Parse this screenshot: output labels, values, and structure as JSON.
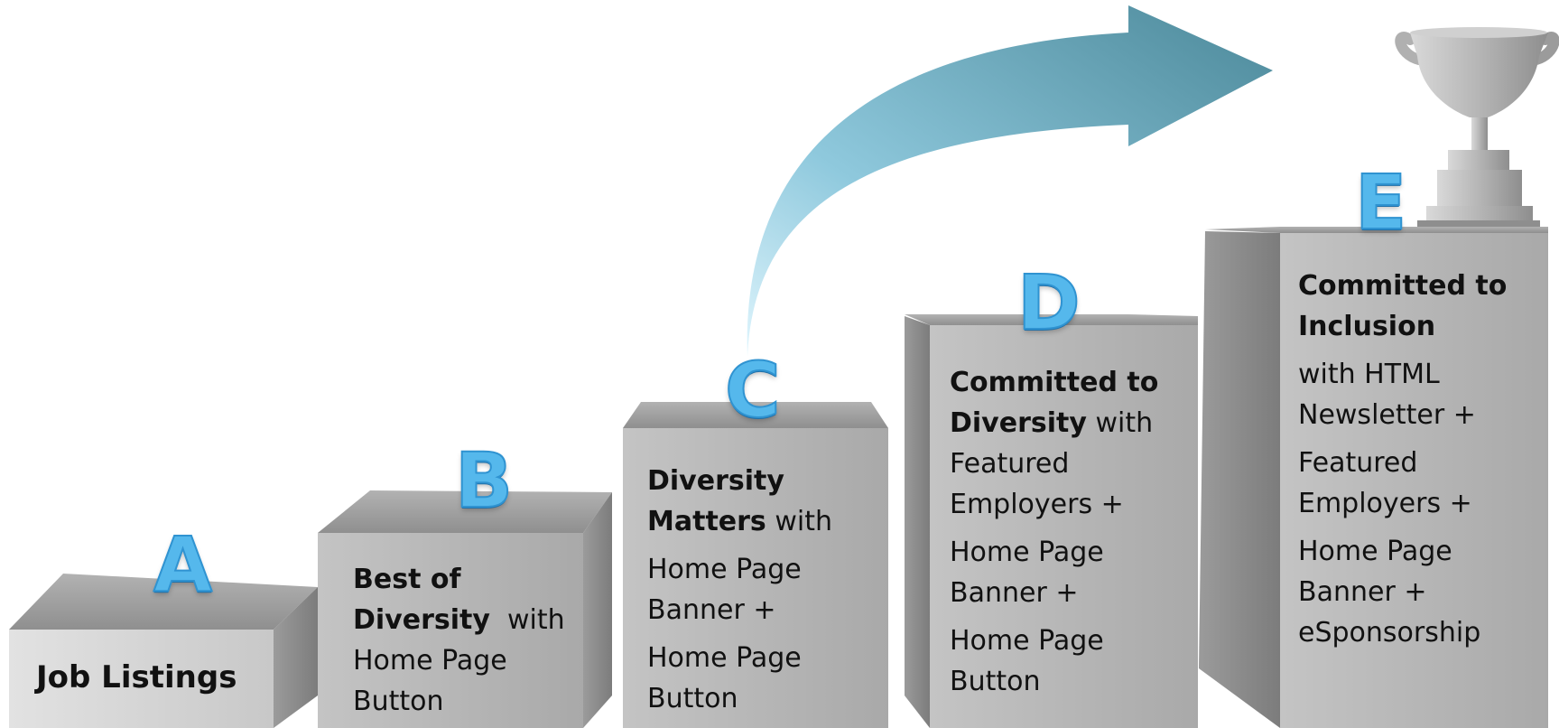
{
  "steps": [
    {
      "letter": "A",
      "title": "Job Listings"
    },
    {
      "letter": "B",
      "title_bold": "Best of Diversity",
      "rest": "with",
      "lines": [
        "Home Page",
        "Button"
      ]
    },
    {
      "letter": "C",
      "title_bold_1": "Diversity",
      "title_bold_2": "Matters",
      "rest": "with",
      "lines": [
        "Home Page",
        "Banner +",
        "Home Page",
        "Button"
      ]
    },
    {
      "letter": "D",
      "title_bold_1": "Committed to",
      "title_bold_2": "Diversity",
      "rest": "with",
      "lines": [
        "Featured",
        "Employers +",
        "Home Page",
        "Banner +",
        "Home Page",
        "Button"
      ]
    },
    {
      "letter": "E",
      "title_bold_1": "Committed to",
      "title_bold_2": "Inclusion",
      "lines": [
        "with HTML",
        "Newsletter +",
        "Featured",
        "Employers +",
        "Home Page",
        "Banner +",
        "eSponsorship"
      ]
    }
  ],
  "colors": {
    "block_front": "#bdbdbd",
    "block_top": "#9a9a9a",
    "block_side": "#8a8a8a",
    "letter": "#55b8ec",
    "arrow_dark": "#4a8a9c",
    "arrow_light": "#c8ecfa",
    "trophy": "#b8b8b8"
  },
  "icons": {
    "trophy": "trophy-icon",
    "arrow": "growth-arrow-icon"
  }
}
